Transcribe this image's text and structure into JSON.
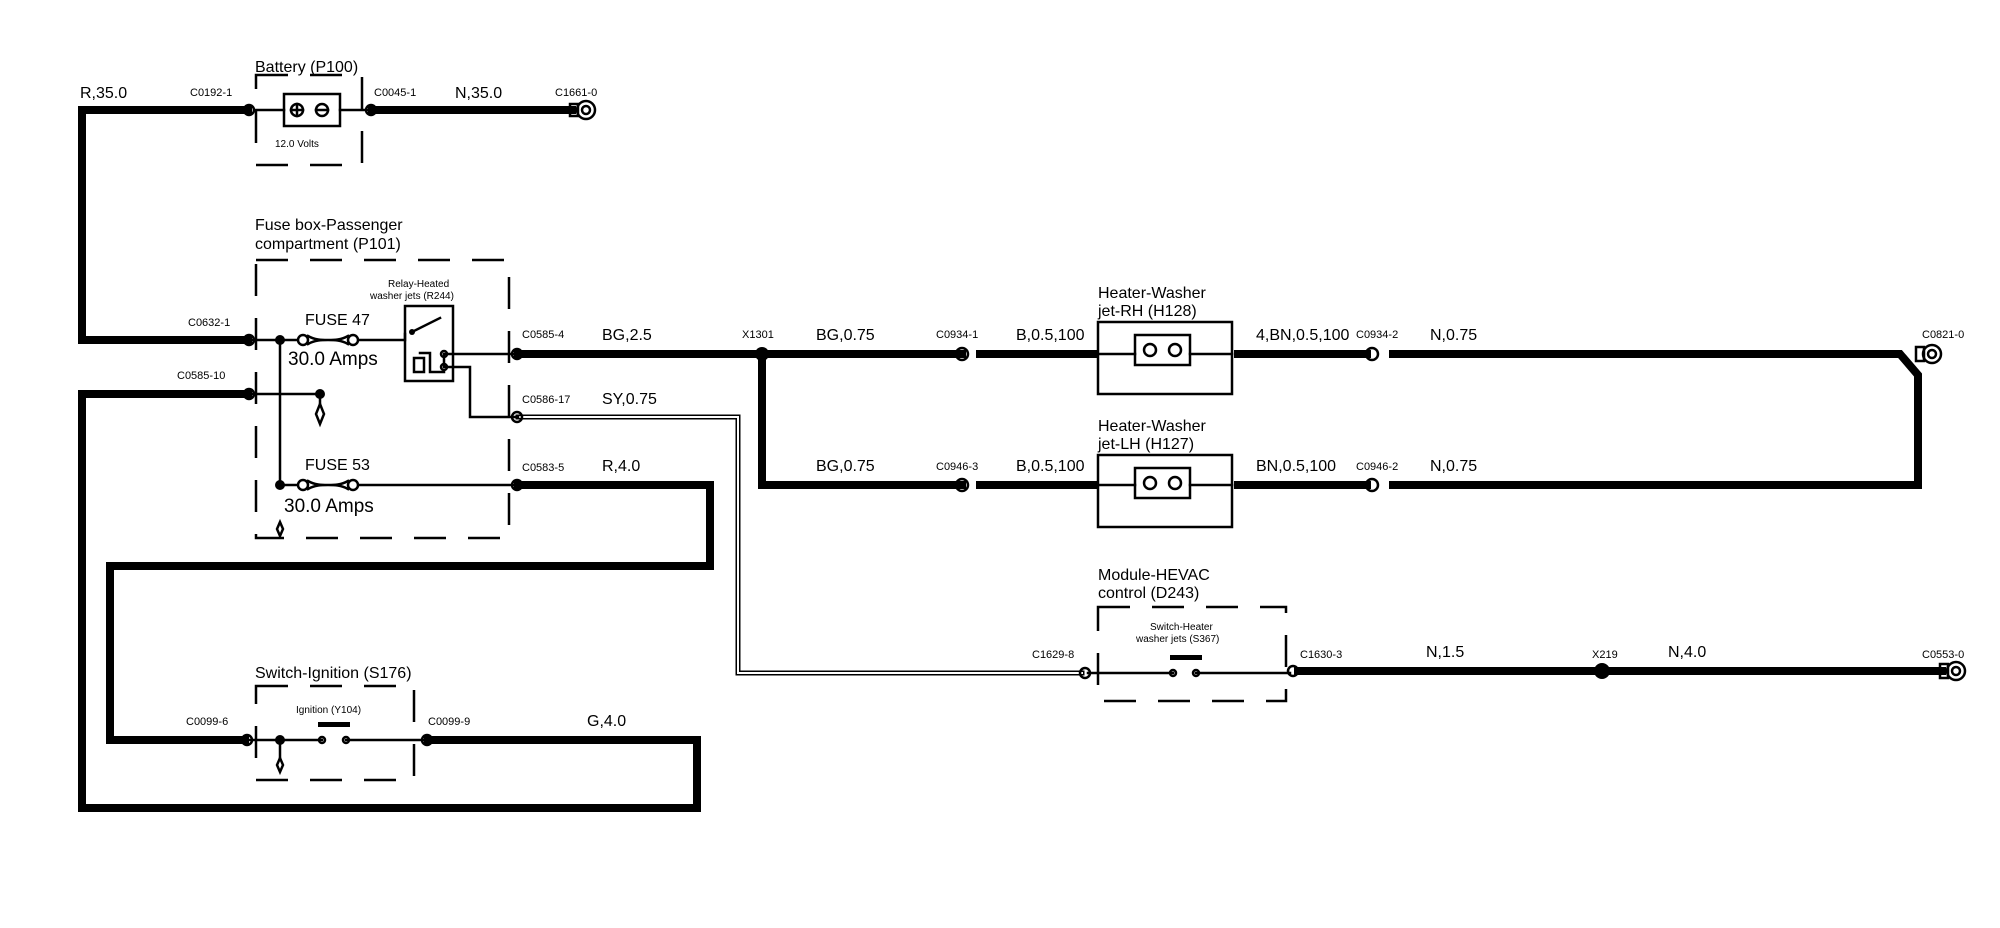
{
  "battery": {
    "title": "Battery (P100)",
    "voltage": "12.0 Volts"
  },
  "fusebox": {
    "title_line1": "Fuse box-Passenger",
    "title_line2": "compartment (P101)"
  },
  "relay": {
    "title_line1": "Relay-Heated",
    "title_line2": "washer jets (R244)"
  },
  "fuse47": {
    "name": "FUSE 47",
    "rating": "30.0 Amps"
  },
  "fuse53": {
    "name": "FUSE 53",
    "rating": "30.0 Amps"
  },
  "heater_rh": {
    "title_line1": "Heater-Washer",
    "title_line2": "jet-RH (H128)"
  },
  "heater_lh": {
    "title_line1": "Heater-Washer",
    "title_line2": "jet-LH (H127)"
  },
  "hevac": {
    "title_line1": "Module-HEVAC",
    "title_line2": "control (D243)"
  },
  "hevac_switch": {
    "title_line1": "Switch-Heater",
    "title_line2": "washer jets (S367)"
  },
  "ignition": {
    "title": "Switch-Ignition (S176)",
    "inner": "Ignition (Y104)"
  },
  "connectors": {
    "c0192_1": "C0192-1",
    "c0045_1": "C0045-1",
    "c1661_0": "C1661-0",
    "c0632_1": "C0632-1",
    "c0585_10": "C0585-10",
    "c0585_4": "C0585-4",
    "c0586_17": "C0586-17",
    "c0583_5": "C0583-5",
    "x1301": "X1301",
    "c0934_1": "C0934-1",
    "c0934_2": "C0934-2",
    "c0821_0": "C0821-0",
    "c0946_3": "C0946-3",
    "c0946_2": "C0946-2",
    "c1629_8": "C1629-8",
    "c1630_3": "C1630-3",
    "x219": "X219",
    "c0553_0": "C0553-0",
    "c0099_6": "C0099-6",
    "c0099_9": "C0099-9"
  },
  "wires": {
    "battery_pos": "R,35.0",
    "battery_neg": "N,35.0",
    "relay_out": "BG,2.5",
    "relay_ctrl": "SY,0.75",
    "fuse53_out": "R,4.0",
    "rh_feed": "BG,0.75",
    "rh_in": "B,0.5,100",
    "rh_out": "4,BN,0.5,100",
    "rh_gnd": "N,0.75",
    "lh_feed": "BG,0.75",
    "lh_in": "B,0.5,100",
    "lh_out": "BN,0.5,100",
    "lh_gnd": "N,0.75",
    "hevac_out": "N,1.5",
    "hevac_gnd": "N,4.0",
    "ign_out": "G,4.0"
  }
}
